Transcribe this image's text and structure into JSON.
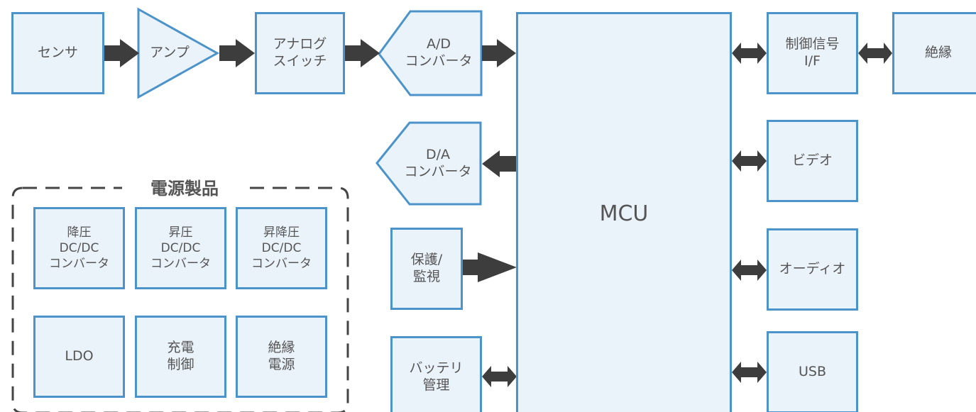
{
  "blocks": {
    "sensor": "センサ",
    "amp": "アンプ",
    "analog_switch": "アナログ\nスイッチ",
    "ad_converter": "A/D\nコンバータ",
    "da_converter": "D/A\nコンバータ",
    "protection": "保護/\n監視",
    "battery": "バッテリ\n管理",
    "mcu": "MCU",
    "control_if": "制御信号\nI/F",
    "isolation": "絶縁",
    "video": "ビデオ",
    "audio": "オーディオ",
    "usb": "USB"
  },
  "power_group": {
    "title": "電源製品",
    "items": {
      "buck": "降圧\nDC/DC\nコンバータ",
      "boost": "昇圧\nDC/DC\nコンバータ",
      "buck_boost": "昇降圧\nDC/DC\nコンバータ",
      "ldo": "LDO",
      "charge": "充電\n制御",
      "isolated_power": "絶縁\n電源"
    }
  },
  "colors": {
    "block_fill": "#eaf2fa",
    "block_border": "#4b93c9",
    "arrow": "#3d3d3d",
    "text": "#555555",
    "group_border": "#444444"
  }
}
